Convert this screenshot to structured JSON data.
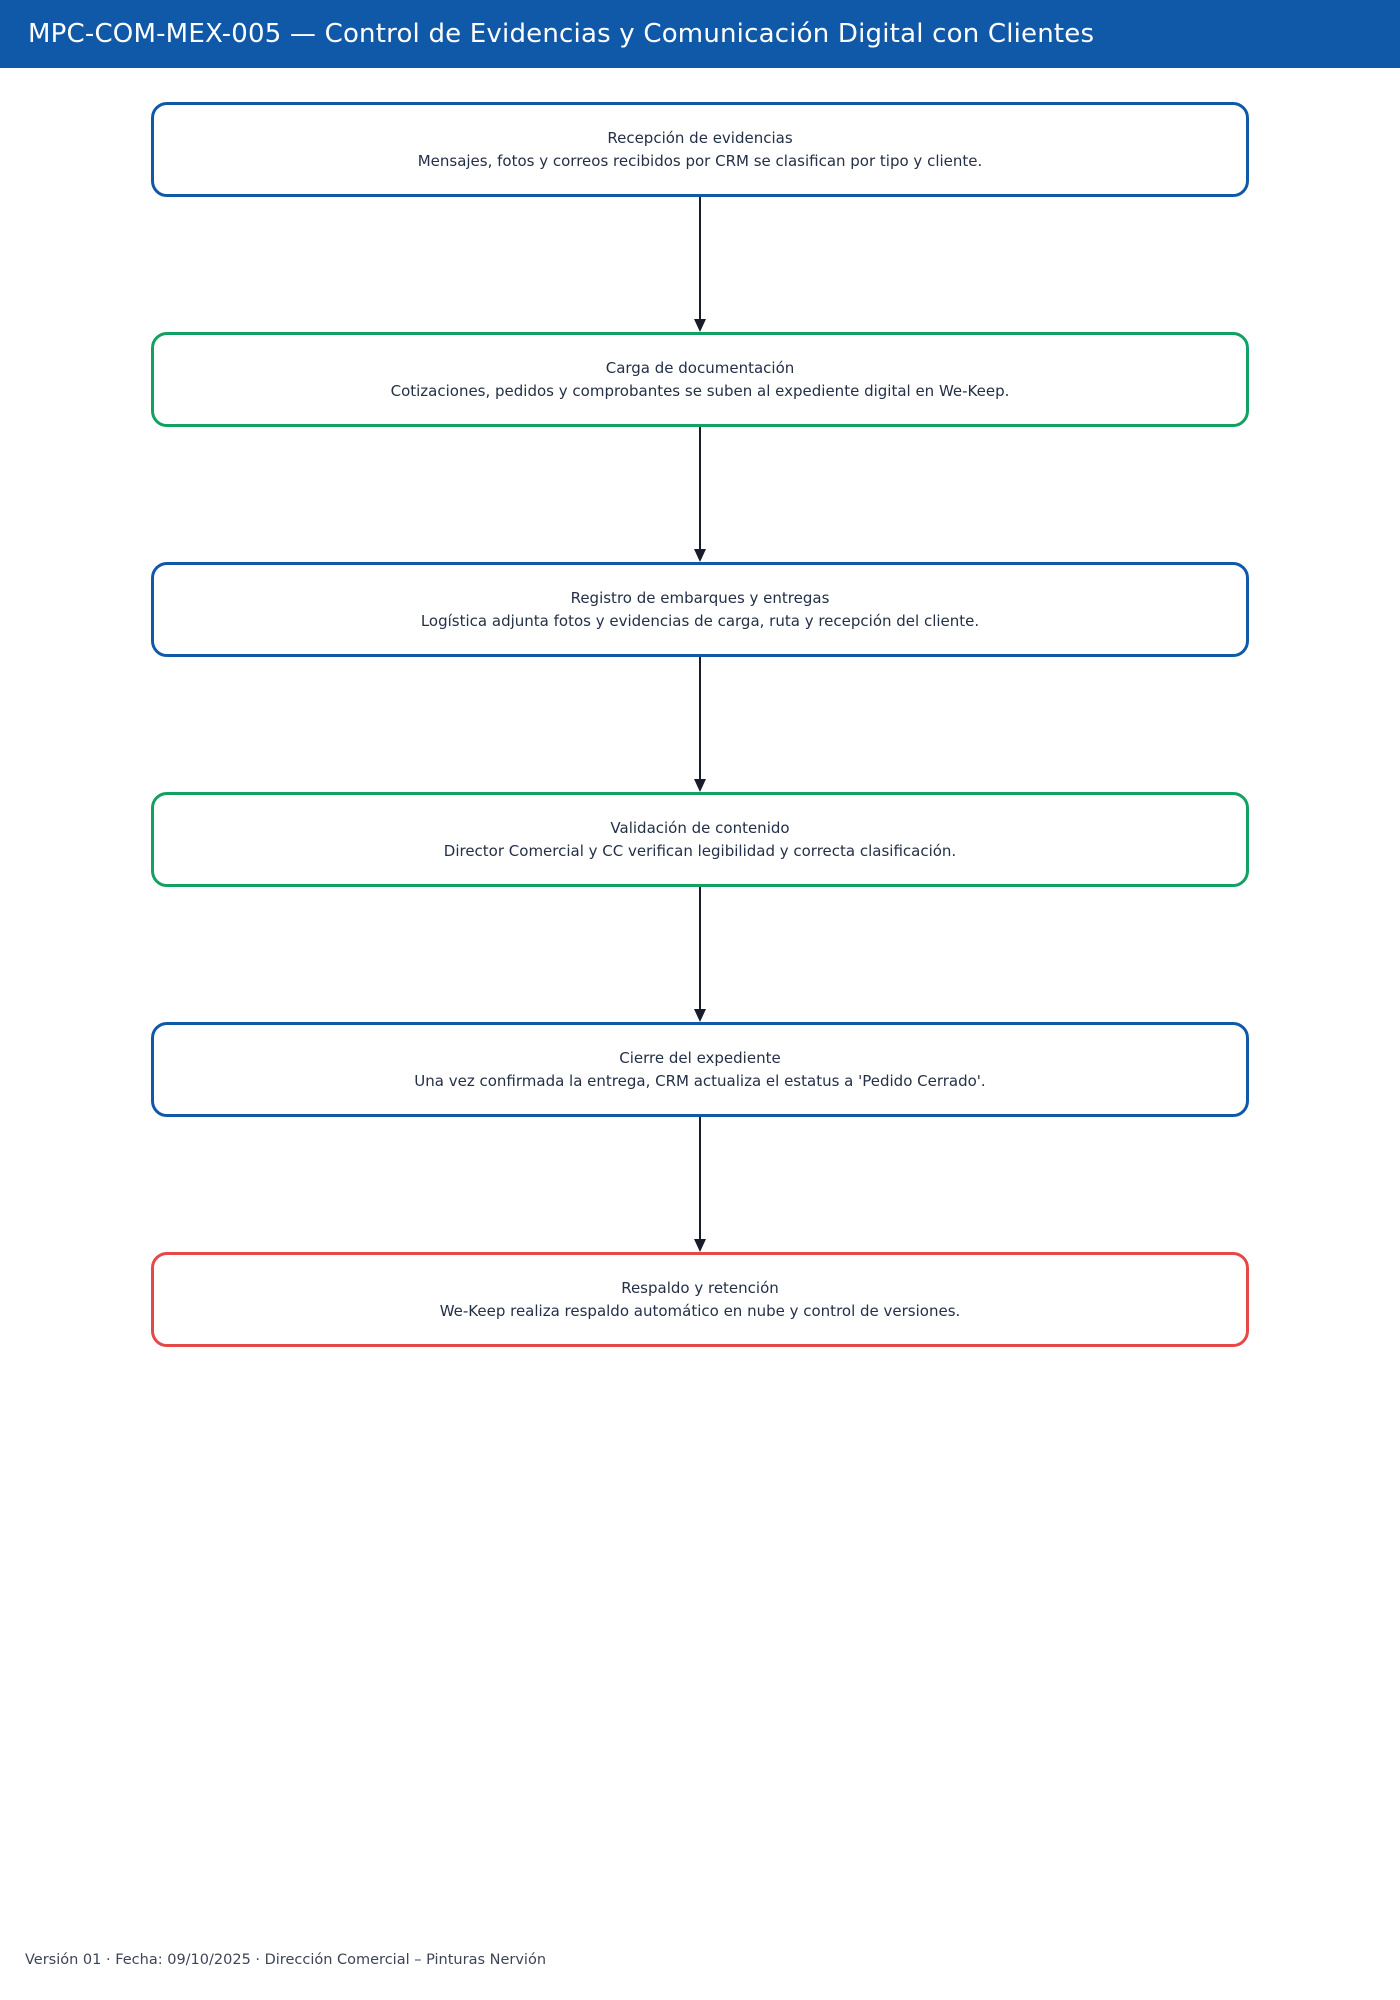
{
  "header": {
    "title": "MPC-COM-MEX-005 — Control de Evidencias y Comunicación Digital con Clientes",
    "bg_color": "#1058A8"
  },
  "flow": {
    "arrow_color": "#191D2B",
    "steps": [
      {
        "title": "Recepción de evidencias",
        "description": "Mensajes, fotos y correos recibidos por CRM se clasifican por tipo y cliente.",
        "border_color": "#1058A8"
      },
      {
        "title": "Carga de documentación",
        "description": "Cotizaciones, pedidos y comprobantes se suben al expediente digital en We-Keep.",
        "border_color": "#12A163"
      },
      {
        "title": "Registro de embarques y entregas",
        "description": "Logística adjunta fotos y evidencias de carga, ruta y recepción del cliente.",
        "border_color": "#1058A8"
      },
      {
        "title": "Validación de contenido",
        "description": "Director Comercial y CC verifican legibilidad y correcta clasificación.",
        "border_color": "#12A163"
      },
      {
        "title": "Cierre del expediente",
        "description": "Una vez confirmada la entrega, CRM actualiza el estatus a 'Pedido Cerrado'.",
        "border_color": "#1058A8"
      },
      {
        "title": "Respaldo y retención",
        "description": "We-Keep realiza respaldo automático en nube y control de versiones.",
        "border_color": "#E64848"
      }
    ]
  },
  "footer": {
    "text": "Versión 01 · Fecha: 09/10/2025 · Dirección Comercial – Pinturas Nervión"
  }
}
